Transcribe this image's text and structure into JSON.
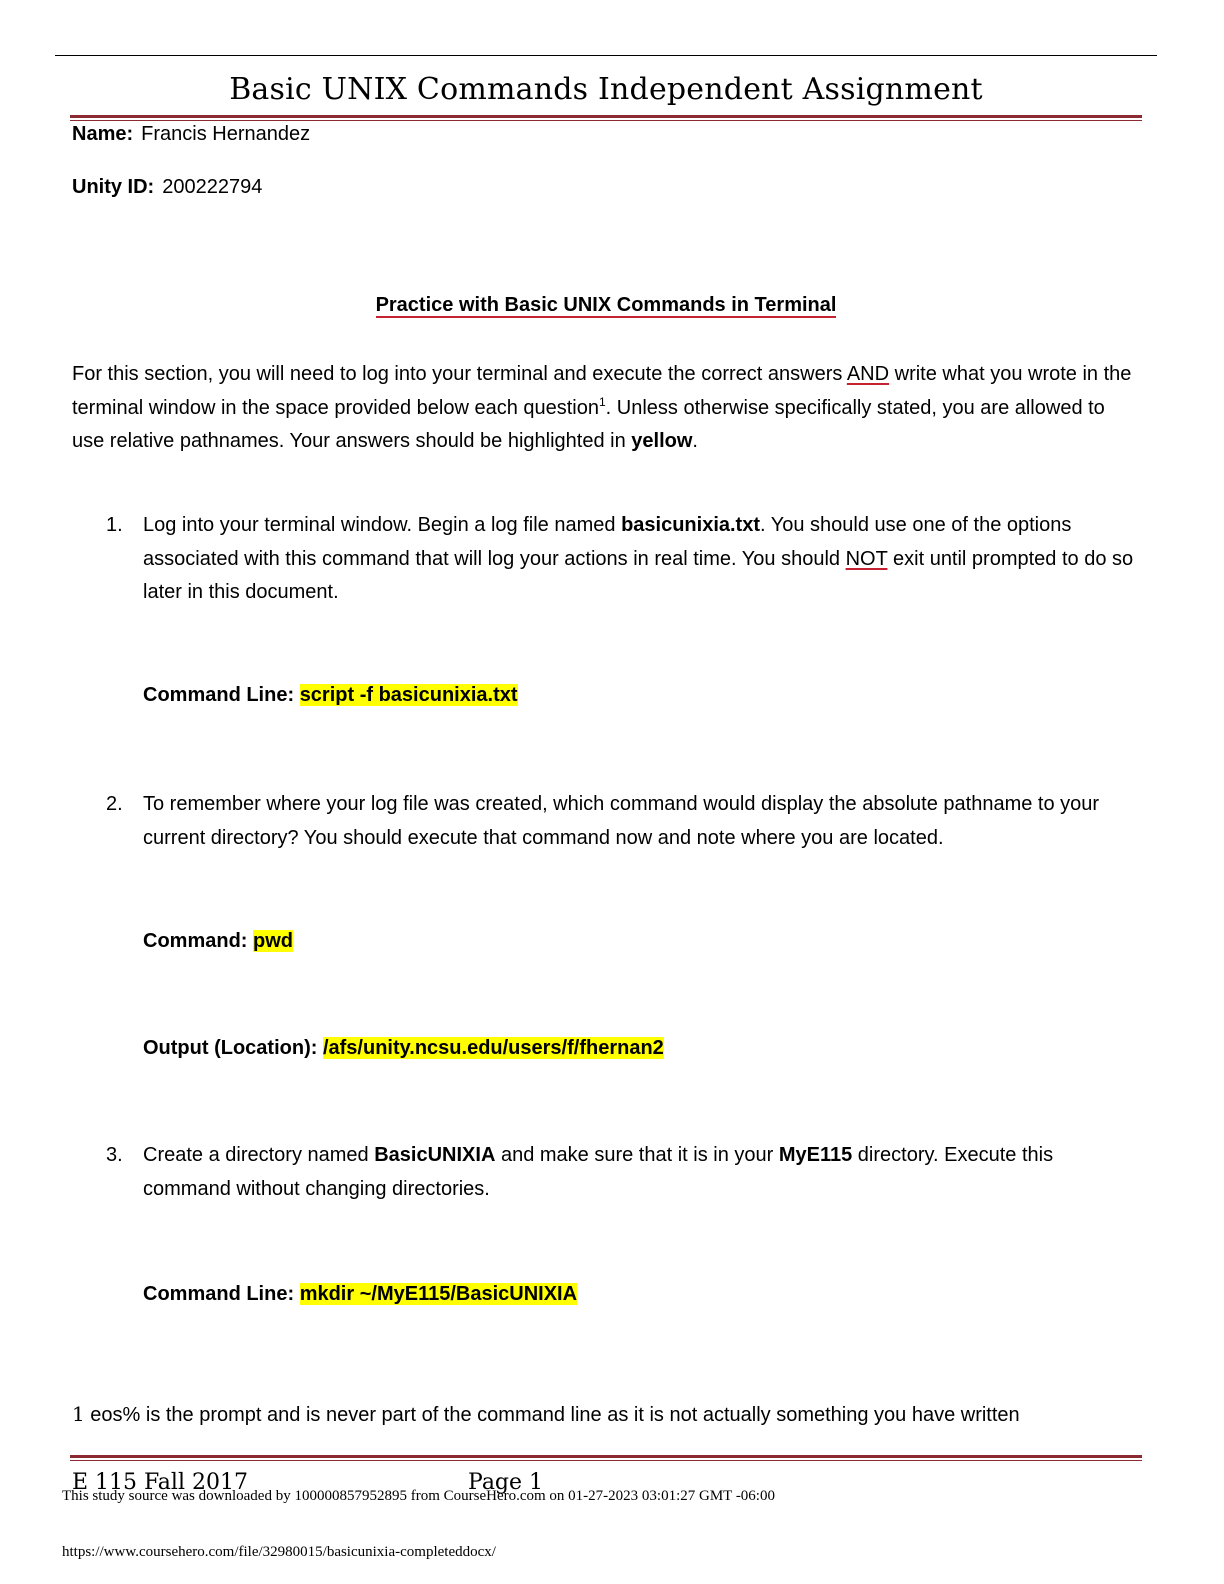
{
  "document": {
    "title": "Basic UNIX Commands Independent Assignment",
    "name_label": "Name:",
    "name_value": "Francis Hernandez",
    "unity_label": "Unity ID:",
    "unity_value": "200222794",
    "section_heading": "Practice with Basic UNIX Commands in Terminal",
    "intro": {
      "p1": "For this section, you will need to log into your terminal and execute the correct answers ",
      "p1_underlined": "AND",
      "p2": " write what you wrote in the terminal window in the space provided below each question",
      "footnote_ref": "1",
      "p3": ". Unless otherwise specifically stated, you are allowed to use relative pathnames. Your answers should be highlighted in ",
      "p3_bold": "yellow",
      "p4": "."
    },
    "questions": [
      {
        "number": "1.",
        "a": "Log into your terminal window. Begin a log file named ",
        "b_bold": "basicunixia.txt",
        "c": ". You should use one of the options associated with this command that will log your actions in real time. You should ",
        "d_underlined": "NOT",
        "e": " exit until prompted to do so later in this document.",
        "answer_label": "Command Line:",
        "answer_value": "script -f basicunixia.txt"
      },
      {
        "number": "2.",
        "text": "To remember where your log file was created, which command would display the absolute pathname to your current directory? You should execute that command now and note where you are located.",
        "answer1_label": "Command:",
        "answer1_value": "pwd",
        "answer2_label": "Output (Location):",
        "answer2_value": "/afs/unity.ncsu.edu/users/f/fhernan2"
      },
      {
        "number": "3.",
        "a": "Create a directory named ",
        "b_bold": "BasicUNIXIA",
        "c": " and make sure that it is in your ",
        "d_bold": "MyE115",
        "e": " directory. Execute this command without changing directories.",
        "answer_label": "Command Line:",
        "answer_value": "mkdir ~/MyE115/BasicUNIXIA"
      }
    ],
    "footnote": {
      "number": "1",
      "text": " eos% is the prompt and is never part of the command line as it is not actually something you have written"
    },
    "footer": {
      "course": "E 115 Fall 2017",
      "page": "Page 1"
    },
    "download_notice": "This study source was downloaded by 100000857952895 from CourseHero.com on 01-27-2023 03:01:27 GMT -06:00",
    "source_url": "https://www.coursehero.com/file/32980015/basicunixia-completeddocx/"
  },
  "colors": {
    "rule": "#8b2a30",
    "highlight": "#ffff00",
    "underline": "#c42231"
  }
}
